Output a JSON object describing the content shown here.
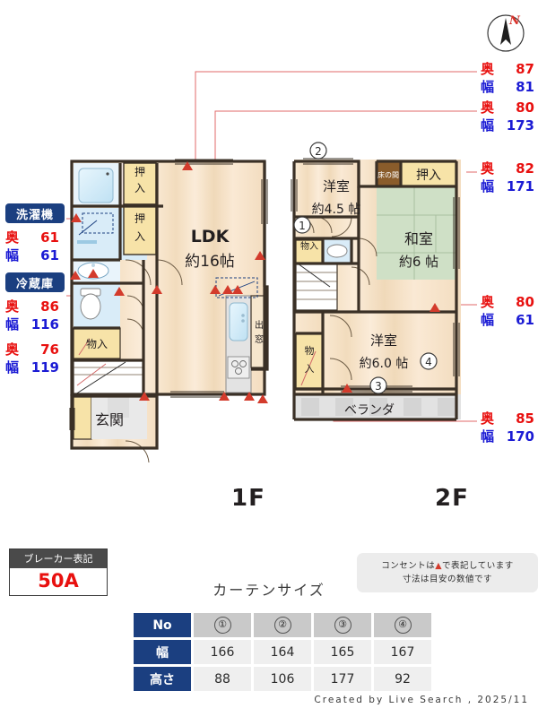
{
  "compass": {
    "label": "N"
  },
  "floors": [
    {
      "id": "1f",
      "label": "1F"
    },
    {
      "id": "2f",
      "label": "2F"
    }
  ],
  "left_labels": [
    {
      "name": "washing-machine",
      "title": "洗濯機",
      "dims": [
        {
          "key": "奥",
          "value": "61"
        },
        {
          "key": "幅",
          "value": "61"
        }
      ]
    },
    {
      "name": "refrigerator",
      "title": "冷蔵庫",
      "dims": [
        {
          "key": "奥",
          "value": "86"
        },
        {
          "key": "幅",
          "value": "116"
        }
      ]
    },
    {
      "name": "extra",
      "title": "",
      "dims": [
        {
          "key": "奥",
          "value": "76"
        },
        {
          "key": "幅",
          "value": "119"
        }
      ]
    }
  ],
  "right_dims": [
    {
      "name": "dim-oshiire-1f-upper",
      "rows": [
        {
          "key": "奥",
          "value": "87"
        },
        {
          "key": "幅",
          "value": "81"
        }
      ]
    },
    {
      "name": "dim-oshiire-1f-lower",
      "rows": [
        {
          "key": "奥",
          "value": "80"
        },
        {
          "key": "幅",
          "value": "173"
        }
      ]
    },
    {
      "name": "dim-oshiire-2f-washitsu",
      "rows": [
        {
          "key": "奥",
          "value": "82"
        },
        {
          "key": "幅",
          "value": "171"
        }
      ]
    },
    {
      "name": "dim-monoire-2f-upper",
      "rows": [
        {
          "key": "奥",
          "value": "80"
        },
        {
          "key": "幅",
          "value": "61"
        }
      ]
    },
    {
      "name": "dim-monoire-2f-lower",
      "rows": [
        {
          "key": "奥",
          "value": "85"
        },
        {
          "key": "幅",
          "value": "170"
        }
      ]
    }
  ],
  "rooms_1f": {
    "ldk": {
      "name": "LDK",
      "size": "約16帖"
    },
    "genkan": "玄関",
    "oshiire_upper": "押入",
    "oshiire_lower": "押入",
    "monoire": "物入",
    "demado": "出窓"
  },
  "rooms_2f": {
    "yoshitsu_45": {
      "name": "洋室",
      "size": "約4.5 帖"
    },
    "washitsu_6": {
      "name": "和室",
      "size": "約6 帖"
    },
    "yoshitsu_60": {
      "name": "洋室",
      "size": "約6.0 帖"
    },
    "tokonoma": "床の間",
    "oshiire": "押入",
    "monoire_upper": "物入",
    "monoire_lower": "物入",
    "veranda": "ベランダ"
  },
  "markers": [
    {
      "id": "1",
      "floor": "2f"
    },
    {
      "id": "2",
      "floor": "2f"
    },
    {
      "id": "3",
      "floor": "2f"
    },
    {
      "id": "4",
      "floor": "2f"
    }
  ],
  "breaker": {
    "title": "ブレーカー表記",
    "value": "50A"
  },
  "note": {
    "line1_pre": "コンセントは",
    "line1_symbol": "▲",
    "line1_post": "で表記しています",
    "line2": "寸法は目安の数値です"
  },
  "curtain": {
    "title": "カーテンサイズ",
    "row_headers": [
      "No",
      "幅",
      "高さ"
    ],
    "columns": [
      "①",
      "②",
      "③",
      "④"
    ],
    "width": [
      "166",
      "164",
      "165",
      "167"
    ],
    "height": [
      "88",
      "106",
      "177",
      "92"
    ]
  },
  "credit": "Created by Live Search , 2025/11",
  "colors": {
    "oku": "#e8100f",
    "haba": "#1b1bd4",
    "label_bg": "#1b3f80",
    "wall": "#3a3026",
    "floor_wood": "#f6e0c3",
    "tatami": "#cfe0c6",
    "closet": "#f7e3a8",
    "water": "#cfe8f7",
    "outlet": "#d33b2c"
  }
}
